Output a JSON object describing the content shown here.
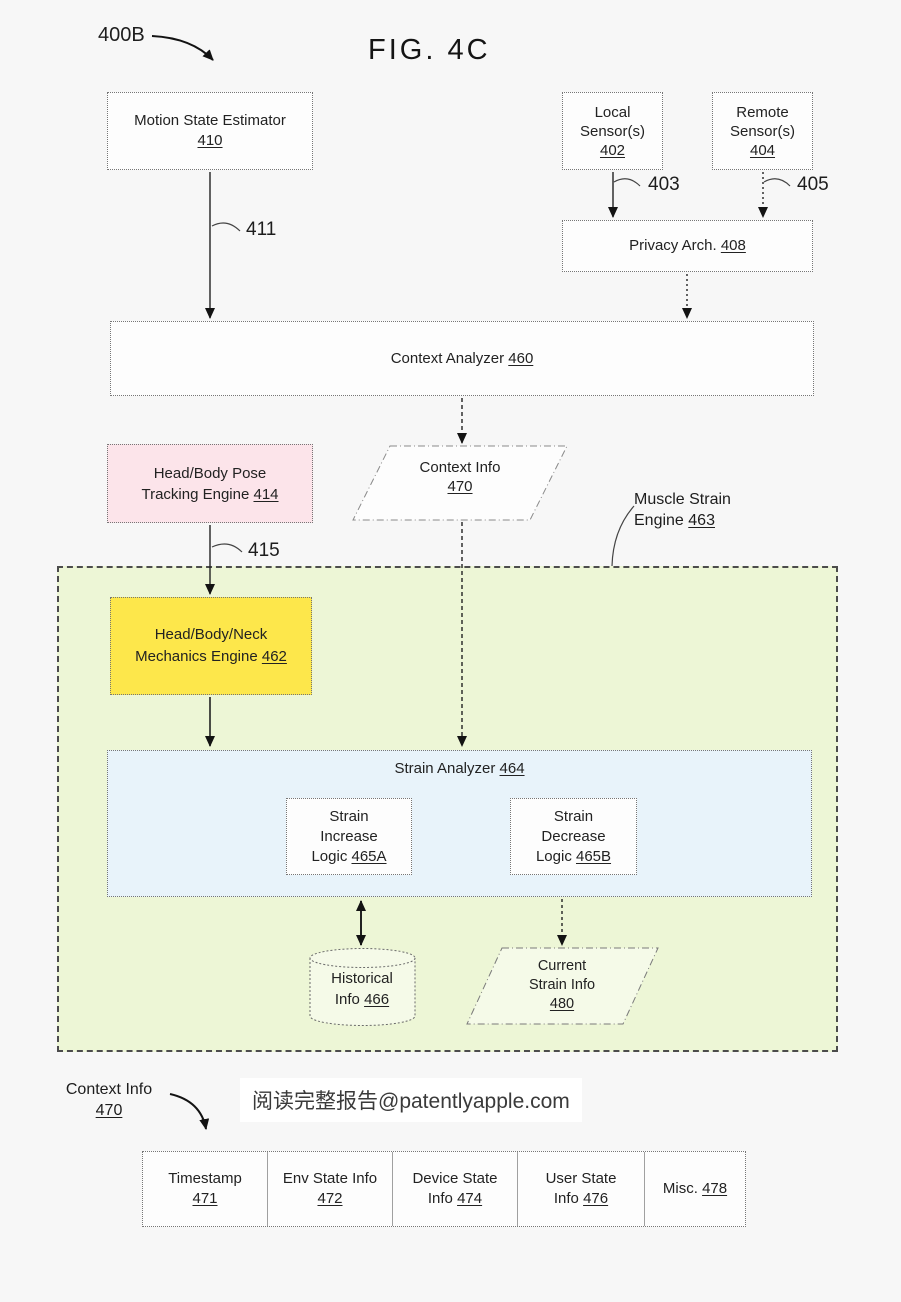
{
  "figure": {
    "tag": "400B",
    "title": "FIG. 4C"
  },
  "nodes": {
    "motion_state": {
      "line1": "Motion State Estimator",
      "ref": "410"
    },
    "local_sensors": {
      "line1": "Local",
      "line2": "Sensor(s)",
      "ref": "402"
    },
    "remote_sensors": {
      "line1": "Remote",
      "line2": "Sensor(s)",
      "ref": "404"
    },
    "privacy_arch": {
      "line1": "Privacy Arch.",
      "ref": "408"
    },
    "context_analyzer": {
      "line1": "Context Analyzer",
      "ref": "460"
    },
    "head_body_pose": {
      "line1": "Head/Body Pose",
      "line2": "Tracking Engine",
      "ref": "414"
    },
    "context_info": {
      "line1": "Context Info",
      "ref": "470"
    },
    "muscle_strain_engine": {
      "line1": "Muscle Strain",
      "line2": "Engine",
      "ref": "463"
    },
    "mechanics_engine": {
      "line1": "Head/Body/Neck",
      "line2": "Mechanics Engine",
      "ref": "462"
    },
    "strain_analyzer": {
      "line1": "Strain Analyzer",
      "ref": "464"
    },
    "strain_increase": {
      "line1": "Strain",
      "line2": "Increase",
      "line3": "Logic",
      "ref": "465A"
    },
    "strain_decrease": {
      "line1": "Strain",
      "line2": "Decrease",
      "line3": "Logic",
      "ref": "465B"
    },
    "historical_info": {
      "line1": "Historical",
      "line2": "Info",
      "ref": "466"
    },
    "current_strain_info": {
      "line1": "Current",
      "line2": "Strain Info",
      "ref": "480"
    },
    "context_info_legend": {
      "line1": "Context Info",
      "ref": "470"
    }
  },
  "edge_labels": {
    "local_to_privacy": "403",
    "remote_to_privacy": "405",
    "motion_to_analyzer": "411",
    "pose_to_mechanics": "415"
  },
  "watermark": "阅读完整报告@patentlyapple.com",
  "table": {
    "cells": [
      {
        "line1": "Timestamp",
        "ref": "471"
      },
      {
        "line1": "Env State Info",
        "ref": "472"
      },
      {
        "line1": "Device State",
        "line2": "Info",
        "ref": "474"
      },
      {
        "line1": "User State",
        "line2": "Info",
        "ref": "476"
      },
      {
        "line1": "Misc.",
        "ref": "478"
      }
    ]
  },
  "colors": {
    "background": "#f7f7f7",
    "pink_box": "#fce4ea",
    "yellow_box": "#fde74b",
    "green_region": "#edf6d6",
    "blue_box": "#e8f3fa",
    "shape_fill": "#f5fae8",
    "line": "#222222"
  }
}
